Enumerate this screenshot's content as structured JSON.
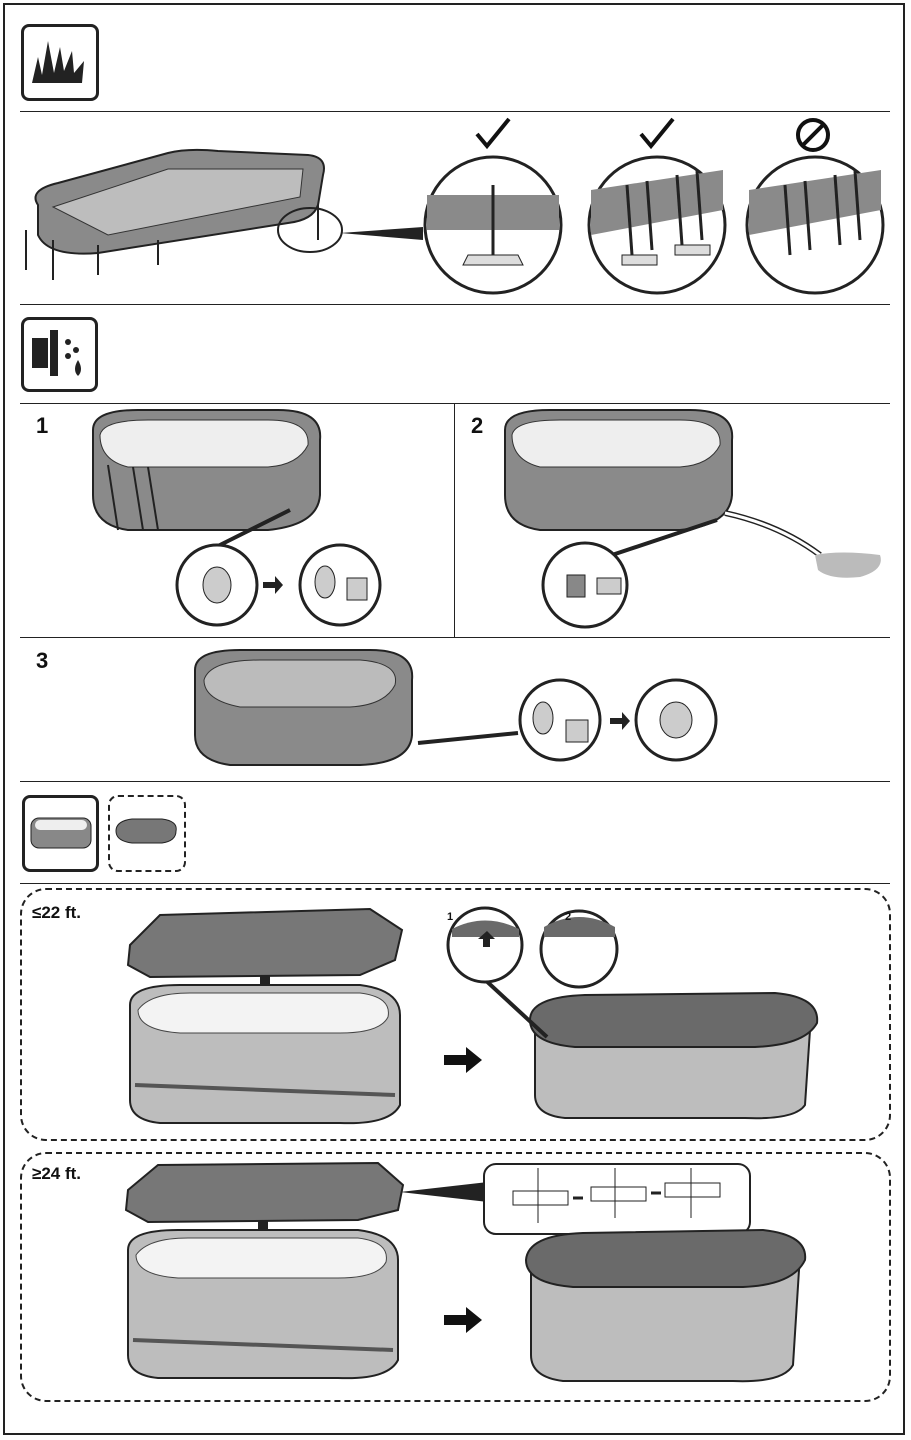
{
  "sections": {
    "site": {
      "icon": "grass-icon",
      "checks": [
        "check-icon",
        "check-icon",
        "prohibited-icon"
      ]
    },
    "drain": {
      "icon": "drain-water-icon"
    },
    "steps": [
      {
        "label": "1"
      },
      {
        "label": "2"
      },
      {
        "label": "3"
      }
    ],
    "cover": {
      "icons": [
        "pool-icon",
        "cover-icon"
      ],
      "small": {
        "size_label": "≤22 ft.",
        "detail_labels": [
          "1",
          "2"
        ]
      },
      "large": {
        "size_label": "≥24 ft."
      }
    }
  },
  "colors": {
    "line": "#222222",
    "pool_wall": "#8a8a8a",
    "cover": "#6e6e6e",
    "ground": "#c8c8c8"
  }
}
